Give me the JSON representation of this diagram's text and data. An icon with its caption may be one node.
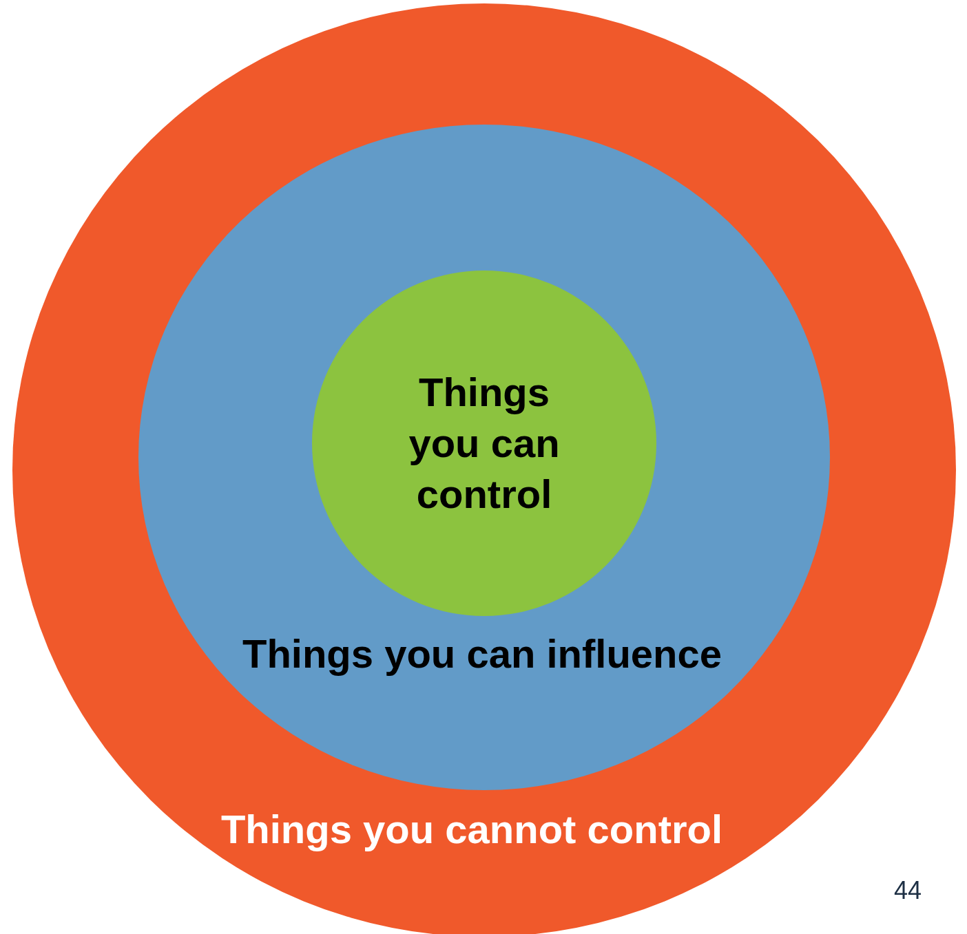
{
  "diagram": {
    "nodes": [
      {
        "text": [
          "Things you cannot control"
        ]
      },
      {
        "text": [
          "Things you can influence"
        ],
        "in": 0
      },
      {
        "text": [
          "Things you can control"
        ],
        "in": 1
      }
    ],
    "labels": [
      "44"
    ]
  }
}
